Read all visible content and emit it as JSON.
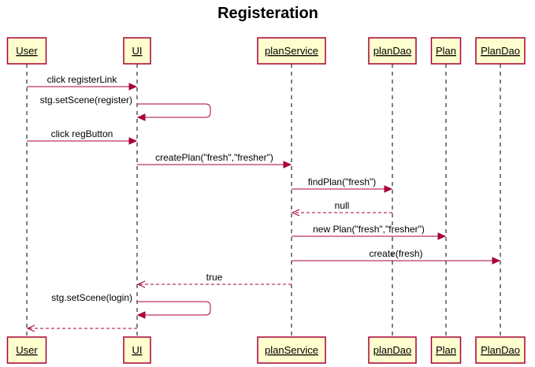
{
  "title": "Registeration",
  "participants": [
    {
      "id": "user",
      "label": "User"
    },
    {
      "id": "ui",
      "label": "UI"
    },
    {
      "id": "planService",
      "label": "planService"
    },
    {
      "id": "planDao",
      "label": "planDao"
    },
    {
      "id": "plan",
      "label": "Plan"
    },
    {
      "id": "PlanDao",
      "label": "PlanDao"
    }
  ],
  "messages": [
    {
      "from": "user",
      "to": "ui",
      "label": "click registerLink",
      "style": "solid"
    },
    {
      "from": "ui",
      "to": "ui",
      "label": "stg.setScene(register)",
      "style": "solid"
    },
    {
      "from": "user",
      "to": "ui",
      "label": "click regButton",
      "style": "solid"
    },
    {
      "from": "ui",
      "to": "planService",
      "label": "createPlan(\"fresh\",\"fresher\")",
      "style": "solid"
    },
    {
      "from": "planService",
      "to": "planDao",
      "label": "findPlan(\"fresh\")",
      "style": "solid"
    },
    {
      "from": "planDao",
      "to": "planService",
      "label": "null",
      "style": "dashed"
    },
    {
      "from": "planService",
      "to": "plan",
      "label": "new Plan(\"fresh\",\"fresher\")",
      "style": "solid"
    },
    {
      "from": "planService",
      "to": "PlanDao",
      "label": "create(fresh)",
      "style": "solid"
    },
    {
      "from": "planService",
      "to": "ui",
      "label": "true",
      "style": "dashed"
    },
    {
      "from": "ui",
      "to": "ui",
      "label": "stg.setScene(login)",
      "style": "solid"
    },
    {
      "from": "ui",
      "to": "user",
      "label": "",
      "style": "dashed"
    }
  ],
  "colors": {
    "accent": "#A80036",
    "participant_fill": "#FEFECE"
  }
}
